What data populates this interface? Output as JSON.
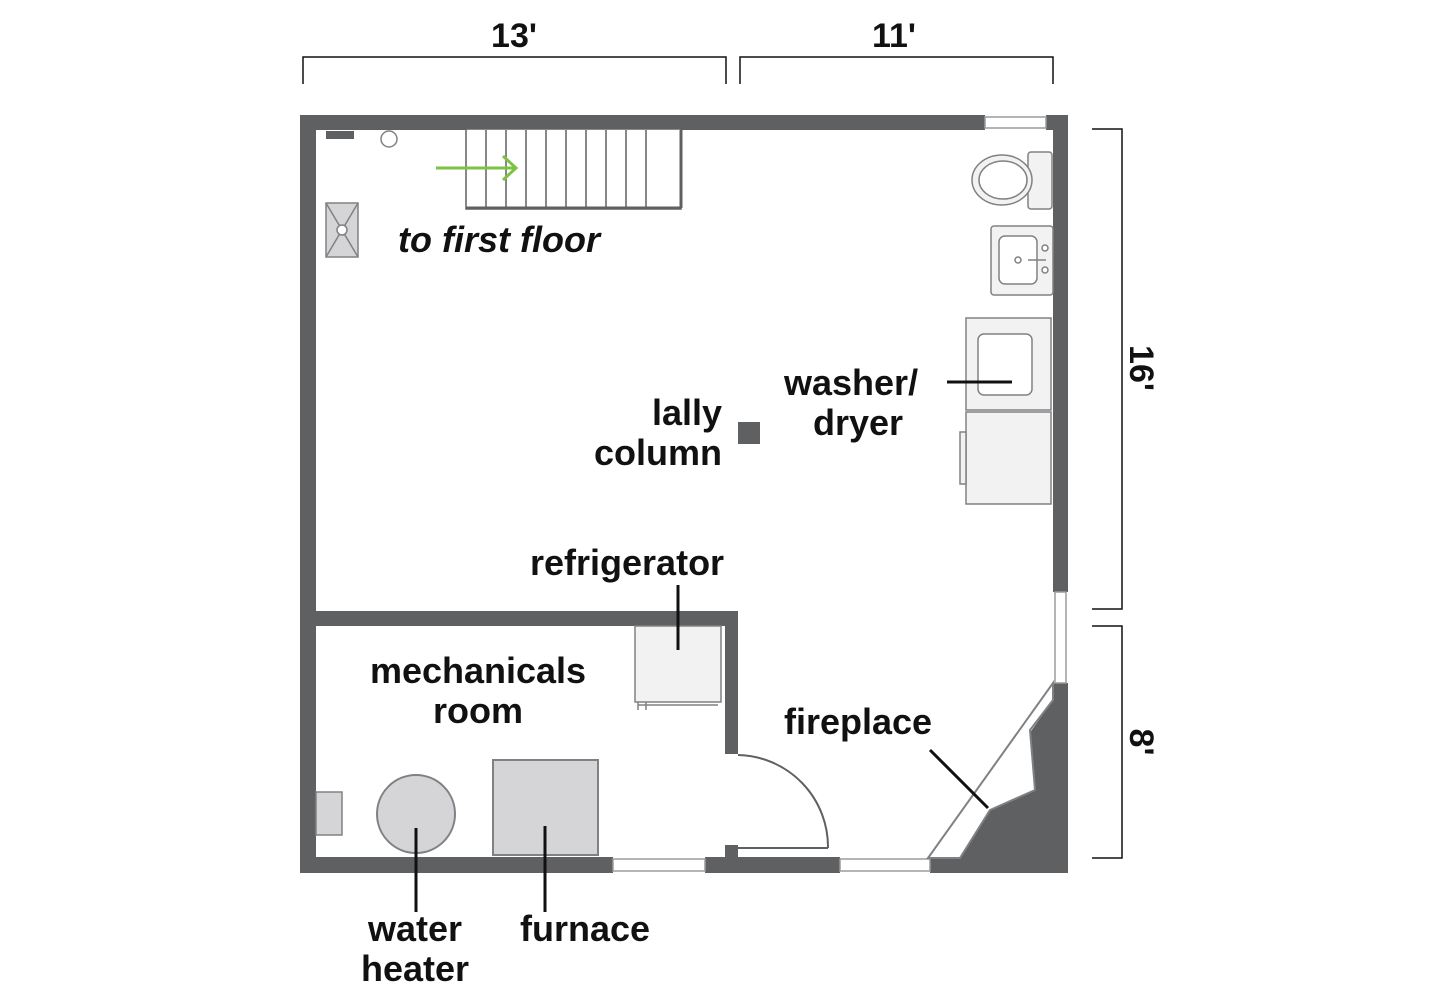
{
  "dimensions": {
    "top_left": "13'",
    "top_right": "11'",
    "right_upper": "16'",
    "right_lower": "8'"
  },
  "labels": {
    "stairs": "to first floor",
    "lally_line1": "lally",
    "lally_line2": "column",
    "washer_line1": "washer/",
    "washer_line2": "dryer",
    "refrigerator": "refrigerator",
    "mech_line1": "mechanicals",
    "mech_line2": "room",
    "fireplace": "fireplace",
    "water_line1": "water",
    "water_line2": "heater",
    "furnace": "furnace"
  },
  "colors": {
    "wall": "#5f6062",
    "fixture_stroke": "#808184",
    "fixture_fill": "#f2f2f2",
    "appliance_fill": "#d5d5d7",
    "arrow": "#7cc243",
    "leader": "#111111"
  }
}
